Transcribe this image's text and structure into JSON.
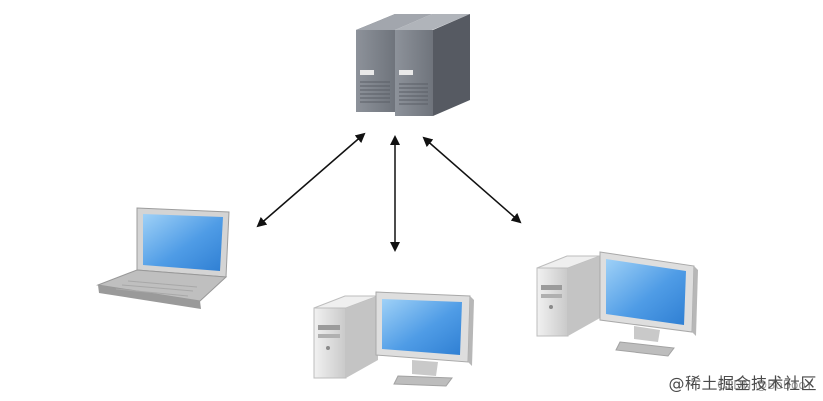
{
  "diagram": {
    "nodes": [
      {
        "id": "server",
        "icon": "server-tower-icon"
      },
      {
        "id": "laptop",
        "icon": "laptop-icon"
      },
      {
        "id": "desktop-center",
        "icon": "desktop-computer-icon"
      },
      {
        "id": "desktop-right",
        "icon": "desktop-computer-icon"
      }
    ],
    "edges": [
      {
        "from": "server",
        "to": "laptop",
        "direction": "bidirectional"
      },
      {
        "from": "server",
        "to": "desktop-center",
        "direction": "bidirectional"
      },
      {
        "from": "server",
        "to": "desktop-right",
        "direction": "bidirectional"
      }
    ]
  },
  "colors": {
    "screen": "#5aa6ea",
    "case": "#dcdcdc",
    "server": "#7b8089",
    "arrow": "#111111"
  },
  "watermark": {
    "main": "@稀土掘金技术社区",
    "sub": "CSDN @BoBooY"
  }
}
